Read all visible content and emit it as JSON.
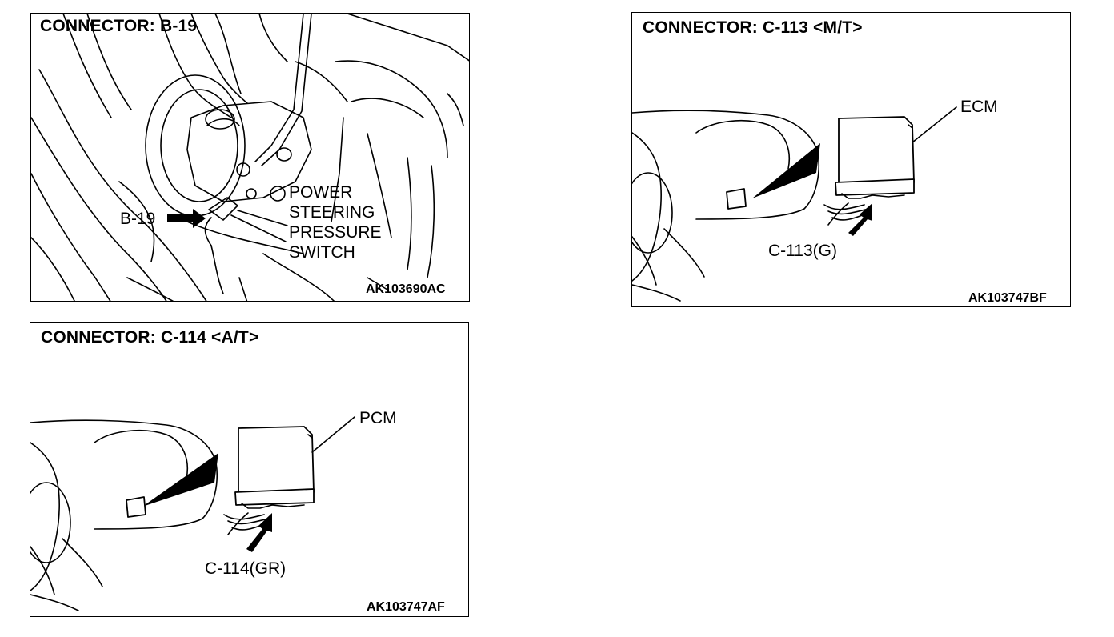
{
  "panels": {
    "b19": {
      "title": "CONNECTOR: B-19",
      "connector_label": "B-19",
      "component_lines": [
        "POWER",
        "STEERING",
        "PRESSURE",
        "SWITCH"
      ],
      "figure_code": "AK103690AC"
    },
    "c113": {
      "title": "CONNECTOR: C-113 <M/T>",
      "module_label": "ECM",
      "connector_label": "C-113(G)",
      "figure_code": "AK103747BF"
    },
    "c114": {
      "title": "CONNECTOR: C-114 <A/T>",
      "module_label": "PCM",
      "connector_label": "C-114(GR)",
      "figure_code": "AK103747AF"
    }
  }
}
